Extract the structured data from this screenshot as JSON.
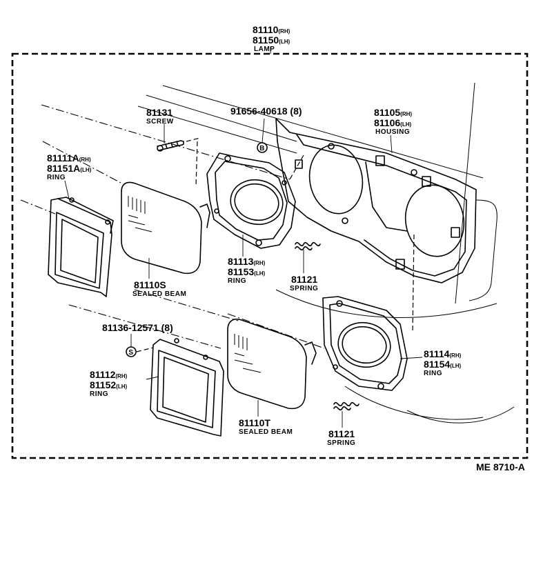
{
  "lamp": {
    "pn_rh": "81110",
    "sfx_rh": "(RH)",
    "pn_lh": "81150",
    "sfx_lh": "(LH)",
    "name": "LAMP"
  },
  "screw": {
    "pn": "81131",
    "name": "SCREW"
  },
  "bolt": {
    "pn": "91656-40618 (8)",
    "symbol": "B"
  },
  "housing": {
    "pn_rh": "81105",
    "sfx_rh": "(RH)",
    "pn_lh": "81106",
    "sfx_lh": "(LH)",
    "name": "HOUSING"
  },
  "ring_upper": {
    "pn_rh": "81111A",
    "sfx_rh": "(RH)",
    "pn_lh": "81151A",
    "sfx_lh": "(LH)",
    "name": "RING"
  },
  "ring_mount_upper": {
    "pn_rh": "81113",
    "sfx_rh": "(RH)",
    "pn_lh": "81153",
    "sfx_lh": "(LH)",
    "name": "RING"
  },
  "spring_upper": {
    "pn": "81121",
    "name": "SPRING"
  },
  "beam_s": {
    "pn": "81110S",
    "name": "SEALED BEAM"
  },
  "screw_lower": {
    "pn": "81136-12571 (8)",
    "symbol": "S"
  },
  "ring_mount_lower": {
    "pn_rh": "81114",
    "sfx_rh": "(RH)",
    "pn_lh": "81154",
    "sfx_lh": "(LH)",
    "name": "RING"
  },
  "ring_lower": {
    "pn_rh": "81112",
    "sfx_rh": "(RH)",
    "pn_lh": "81152",
    "sfx_lh": "(LH)",
    "name": "RING"
  },
  "beam_t": {
    "pn": "81110T",
    "name": "SEALED BEAM"
  },
  "spring_lower": {
    "pn": "81121",
    "name": "SPRING"
  },
  "ref": "ME 8710-A"
}
